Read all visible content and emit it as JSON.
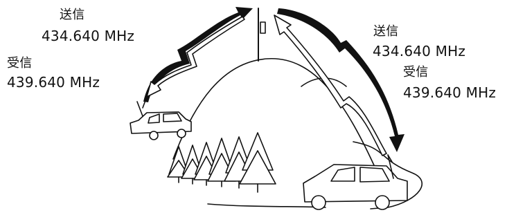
{
  "labels": {
    "left_transmit": {
      "kind": "送信",
      "frequency": "434.640 MHz"
    },
    "left_receive": {
      "kind": "受信",
      "frequency": "439.640 MHz"
    },
    "right_transmit": {
      "kind": "送信",
      "frequency": "434.640 MHz"
    },
    "right_receive": {
      "kind": "受信",
      "frequency": "439.640 MHz"
    }
  },
  "colors": {
    "ink": "#111111",
    "background": "#ffffff"
  }
}
